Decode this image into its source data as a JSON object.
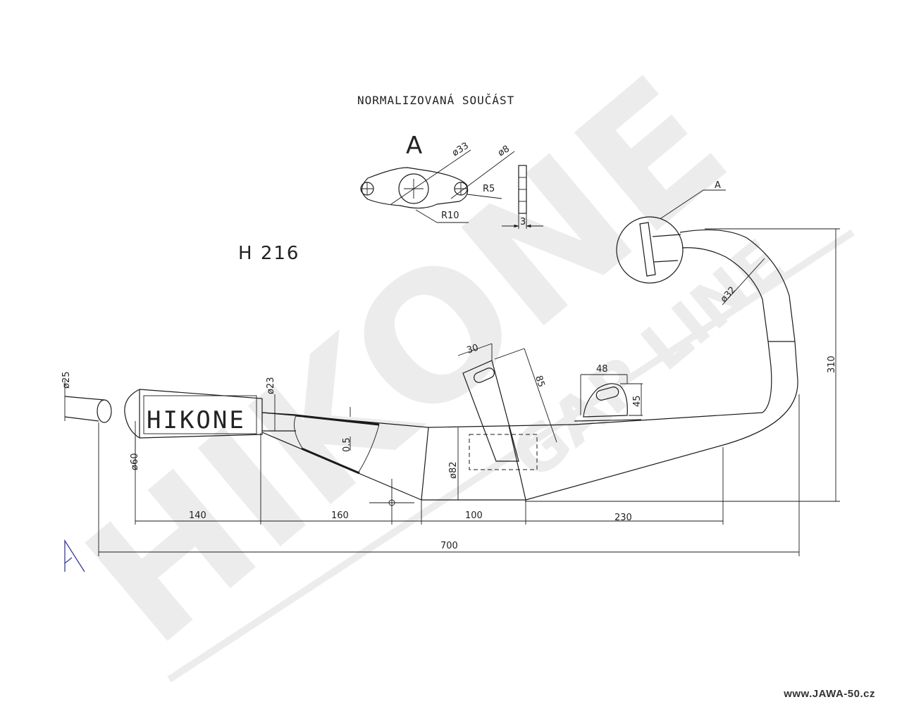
{
  "header": {
    "title": "NORMALIZOVANÁ SOUČÁST",
    "part_code": "H 216"
  },
  "watermark": {
    "brand": "HIKONE",
    "line": "GAP LINE"
  },
  "muffler": {
    "label": "HIKONE"
  },
  "flange_detail": {
    "view_label": "A",
    "d_center": "ø33",
    "d_hole": "ø8",
    "r_small": "R5",
    "r_large": "R10",
    "thickness": "3"
  },
  "dimensions": {
    "d_tail": "ø25",
    "d_muffler": "ø60",
    "d_outlet": "ø23",
    "gap": "0.5",
    "d_body": "ø82",
    "d_pipe": "ø32",
    "bracket_width": "30",
    "bracket_length": "85",
    "tab_width": "48",
    "tab_height": "45",
    "height_total": "310",
    "seg_1": "140",
    "seg_2": "160",
    "seg_3": "100",
    "seg_4": "230",
    "length_total": "700",
    "view_callout": "A"
  },
  "section_marker": {
    "label": "A"
  },
  "footer": {
    "url": "www.JAWA-50.cz"
  }
}
